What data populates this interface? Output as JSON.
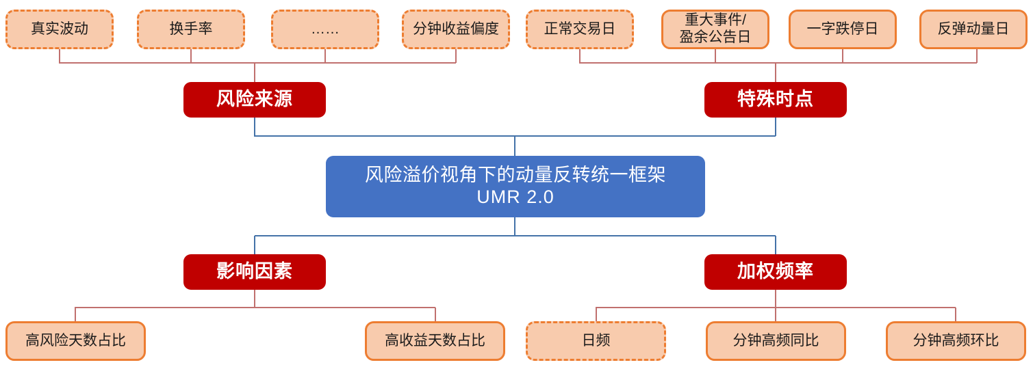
{
  "diagram": {
    "type": "hierarchy-flowchart",
    "center": {
      "line1": "风险溢价视角下的动量反转统一框架",
      "line2": "UMR 2.0"
    },
    "categories": {
      "risk_source": "风险来源",
      "special_time": "特殊时点",
      "influence_factor": "影响因素",
      "weighted_frequency": "加权频率"
    },
    "leaves": {
      "risk_source": [
        {
          "label": "真实波动",
          "style": "dashed"
        },
        {
          "label": "换手率",
          "style": "dashed"
        },
        {
          "label": "…… ",
          "style": "dashed"
        },
        {
          "label": "分钟收益偏度",
          "style": "dashed"
        }
      ],
      "special_time": [
        {
          "label": "正常交易日",
          "style": "dashed"
        },
        {
          "label": "重大事件/\n盈余公告日",
          "style": "solid"
        },
        {
          "label": "一字跌停日",
          "style": "solid"
        },
        {
          "label": "反弹动量日",
          "style": "solid"
        }
      ],
      "influence_factor": [
        {
          "label": "高风险天数占比",
          "style": "solid"
        },
        {
          "label": "高收益天数占比",
          "style": "solid"
        }
      ],
      "weighted_frequency": [
        {
          "label": "日频",
          "style": "dashed"
        },
        {
          "label": "分钟高频同比",
          "style": "solid"
        },
        {
          "label": "分钟高频环比",
          "style": "solid"
        }
      ]
    },
    "colors": {
      "leaf_fill": "#F8CBAD",
      "leaf_border": "#ED7D31",
      "category_fill": "#C00000",
      "center_fill": "#4472C4",
      "connector_red": "#C0706E",
      "connector_blue": "#4472A8",
      "background": "#FFFFFF"
    }
  }
}
